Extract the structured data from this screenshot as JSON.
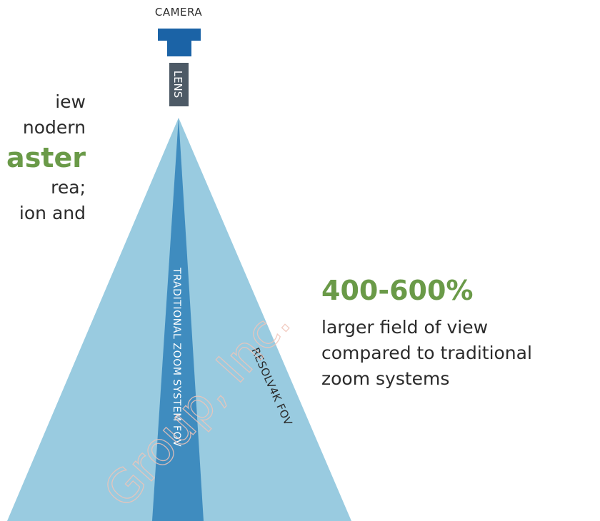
{
  "left_text": {
    "line1": "iew",
    "line2": "nodern",
    "highlight": "aster",
    "line4": "rea;",
    "line5": "ion and"
  },
  "camera": {
    "label": "CAMERA",
    "lens_label": "LENS"
  },
  "fov": {
    "traditional_label": "TRADITIONAL ZOOM SYSTEM FOV",
    "resolv_label": "RESOLV4K FOV"
  },
  "stat": {
    "value": "400-600%",
    "desc_line1": "larger field of view",
    "desc_line2": "compared to traditional",
    "desc_line3": "zoom systems"
  },
  "watermark": "Group, Inc.",
  "colors": {
    "accent_green": "#6a9a48",
    "camera_blue": "#1b63a6",
    "lens_gray": "#4d5a66",
    "wide_fov": "#99cbe0",
    "narrow_fov": "#3f8cbf",
    "text": "#2b2b2b"
  }
}
